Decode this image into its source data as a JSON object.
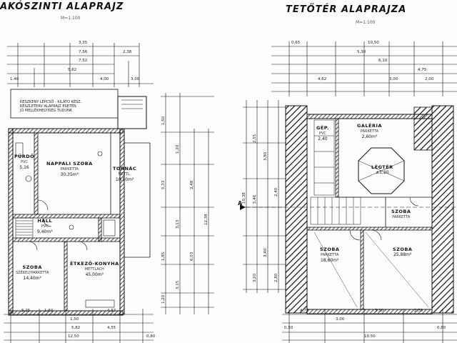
{
  "left_plan": {
    "title": "AKÓSZINTI ALAPRAJZ",
    "scale": "M=1:100",
    "note_lines": [
      "KESZKENY LÉPCSŐ - KILÁTÓ KÉSZ.",
      "KÉSZLETERV ALAPRAJZ ESETÉN",
      "JÓ MELLÉKHELYISÉG TUDUNK"
    ],
    "rooms": {
      "furdo": {
        "name": "FÜRDŐ",
        "sub": "PVC",
        "area": "5,16"
      },
      "nappali": {
        "name": "NAPPALI SZOBA",
        "sub": "PARKETTA",
        "area": "30,35m²"
      },
      "tornac": {
        "name": "TORNÁC",
        "sub": "METTL.",
        "area": "10,50m²"
      },
      "hall": {
        "name": "HALL",
        "sub": "PVC",
        "area": "9,40m²"
      },
      "szoba": {
        "name": "SZOBA",
        "sub": "SZÉKELYPARKETTA",
        "area": "14,40m²"
      },
      "etkezo": {
        "name": "ÉTKEZŐ-KONYHA",
        "sub": "METTLACH",
        "area": "45,00m²"
      }
    },
    "dims_top": [
      "3,35",
      "2,38",
      "7,56",
      "7,52",
      "5,62",
      "1,40",
      "4,00",
      "3,00"
    ],
    "dims_bottom": [
      "5,25",
      "1,60",
      "1,50",
      "5,82",
      "4,57",
      "4,55",
      "12,50",
      "0,80"
    ],
    "dims_right": [
      "1,50",
      "5,33",
      "1,20",
      "3,13",
      "12,38",
      "2,48",
      "6,03",
      "1,85",
      "3,15",
      "1,20"
    ]
  },
  "right_plan": {
    "title": "TETŐTÉR ALAPRAJZA",
    "scale": "M=1:100",
    "section_marker": "A",
    "rooms": {
      "gep": {
        "name": "GÉP.",
        "sub": "PVC",
        "area": "2,40"
      },
      "galeria": {
        "name": "GALÉRIA",
        "sub": "PARKETTA",
        "area": "2,60m²"
      },
      "legter": {
        "name": "LÉGTÉR",
        "sub": "",
        "area": "±1,20"
      },
      "szoba_top": {
        "name": "SZOBA",
        "sub": "PARKETTA",
        "area": ""
      },
      "szoba_left": {
        "name": "SZOBA",
        "sub": "PARKETTA",
        "area": "18,60m²"
      },
      "szoba_right": {
        "name": "SZOBA",
        "sub": "",
        "area": "25,88m²"
      }
    },
    "dims_top": [
      "10,50",
      "5,30",
      "6,10",
      "0,65",
      "4,62",
      "4,75",
      "3,00",
      "2,00"
    ],
    "dims_bottom": [
      "4,75",
      "3,00",
      "3,10",
      "2,70",
      "0,50",
      "0,80",
      "10,50"
    ],
    "dims_left": [
      "10,38",
      "2,55",
      "5,46",
      "3,80",
      "3,40",
      "2,40",
      "3,20",
      "2,80"
    ]
  },
  "colors": {
    "ink": "#111111",
    "paper": "#fdfdfd",
    "hatch": "#333333"
  }
}
